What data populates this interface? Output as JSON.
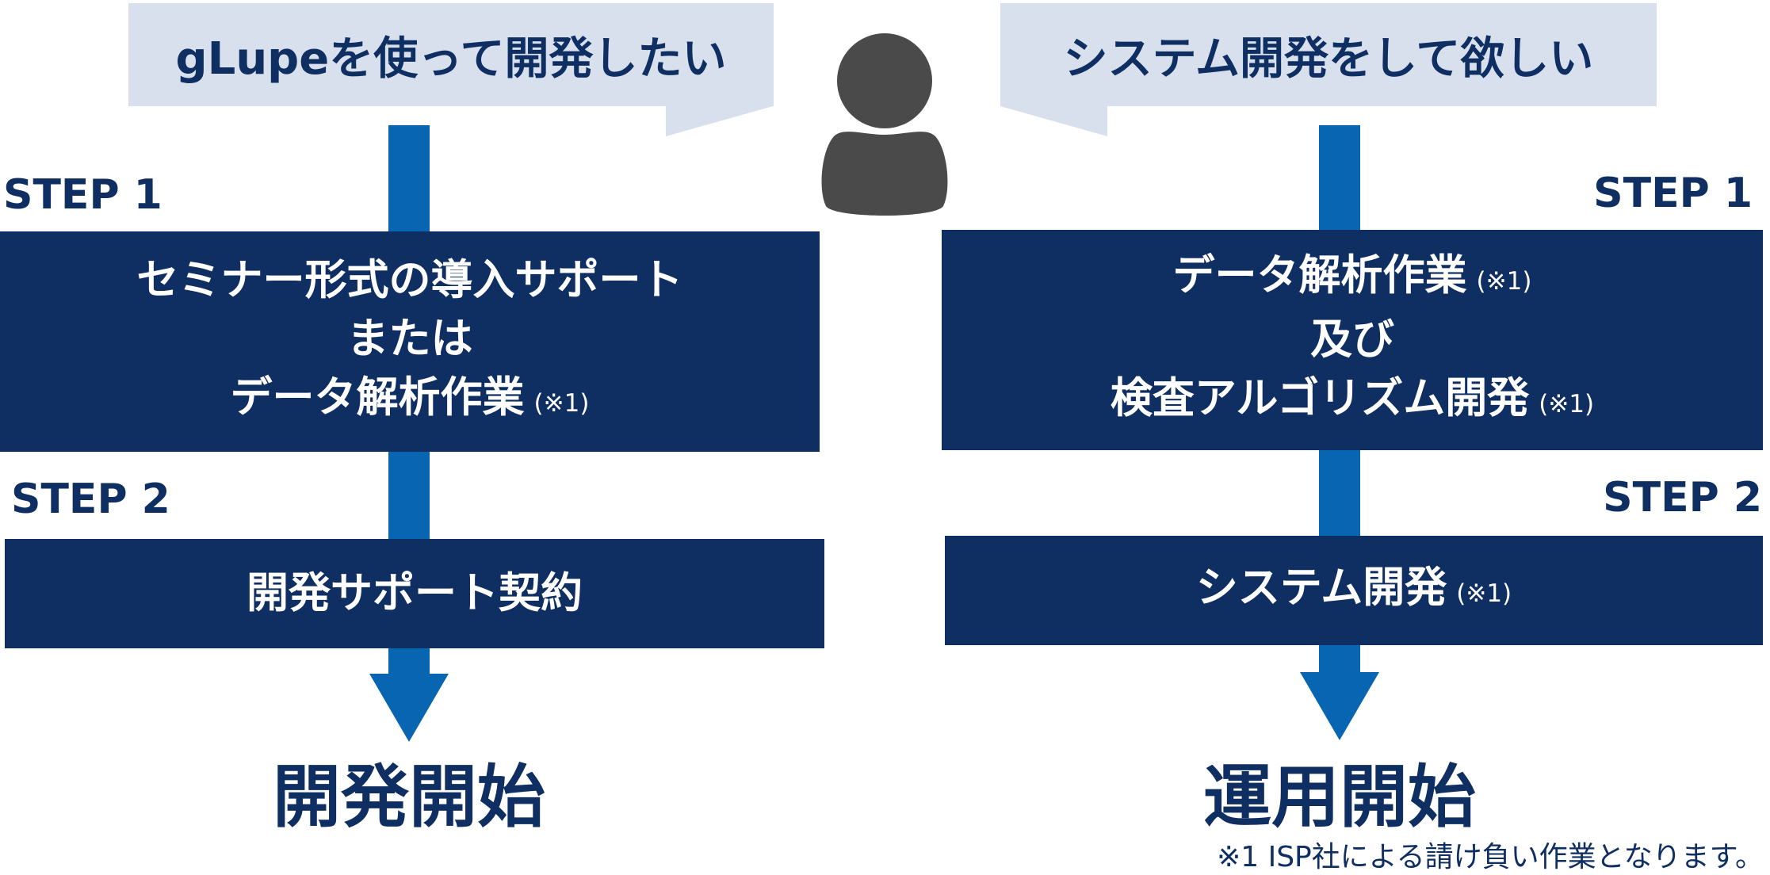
{
  "left": {
    "bubble": "gLupeを使って開発したい",
    "step1_label": "STEP 1",
    "step1_line1": "セミナー形式の導入サポート",
    "step1_line2": "または",
    "step1_line3": "データ解析作業",
    "step1_note": "(※1)",
    "step2_label": "STEP 2",
    "step2_text": "開発サポート契約",
    "result": "開発開始"
  },
  "right": {
    "bubble": "システム開発をして欲しい",
    "step1_label": "STEP 1",
    "step1_line1": "データ解析作業",
    "step1_line1_note": "(※1)",
    "step1_line2": "及び",
    "step1_line3": "検査アルゴリズム開発",
    "step1_line3_note": "(※1)",
    "step2_label": "STEP 2",
    "step2_text": "システム開発",
    "step2_note": "(※1)",
    "result": "運用開始"
  },
  "footnote": "※1 ISP社による請け負い作業となります。",
  "icons": {
    "center": "person-icon"
  },
  "colors": {
    "navy": "#0f2e62",
    "arrow": "#0865b2",
    "bubble": "#d7e0ec",
    "person": "#4a4a4a"
  }
}
